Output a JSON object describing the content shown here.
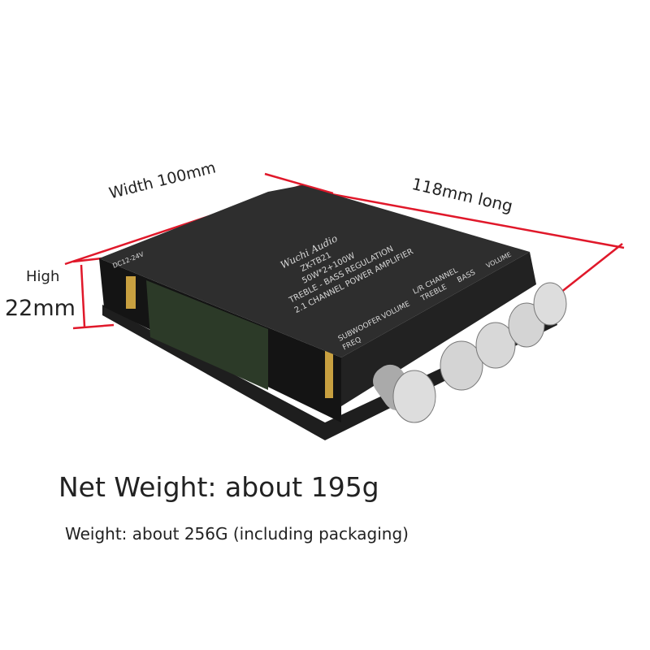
{
  "dimensions": {
    "width": "Width 100mm",
    "length": "118mm long",
    "height_label": "High",
    "height_value": "22mm"
  },
  "weights": {
    "net": "Net Weight: about 195g",
    "gross": "Weight: about 256G (including packaging)"
  },
  "device_print": {
    "brand": "Wuchi Audio",
    "model": "ZK-TB21",
    "power": "50W*2+100W",
    "line1": "TREBLE - BASS REGULATION",
    "line2": "2.1 CHANNEL POWER AMPLIFIER",
    "subwoofer": "SUBWOOFER",
    "freq": "FREQ",
    "volume": "VOLUME",
    "lr_channel": "L/R CHANNEL",
    "treble": "TREBLE",
    "bass": "BASS",
    "volume2": "VOLUME",
    "input": "DC12-24V"
  },
  "colors": {
    "dimension_line": "#e0182a",
    "device_body": "#2b2b2b"
  }
}
